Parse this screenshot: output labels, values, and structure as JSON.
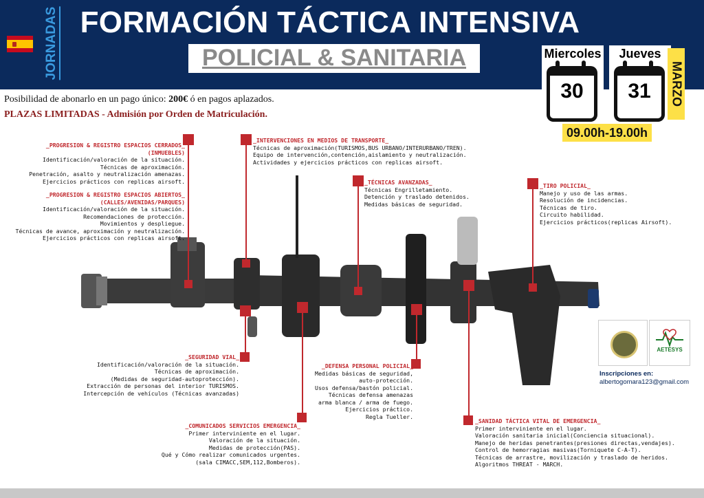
{
  "header": {
    "jornadas": "JORNADAS",
    "title": "FORMACIÓN TÁCTICA INTENSIVA",
    "subtitle": "POLICIAL & SANITARIA"
  },
  "dates": [
    {
      "day": "Miercoles",
      "number": "30"
    },
    {
      "day": "Jueves",
      "number": "31"
    }
  ],
  "month": "MARZO",
  "hours": "09.00h-19.00h",
  "info": {
    "pay_prefix": "Posibilidad de abonarlo en un pago único: ",
    "pay_amount": "200€",
    "pay_suffix": " ó en pagos aplazados.",
    "limited": "PLAZAS LIMITADAS - Admisión por Orden de Matriculación."
  },
  "modules": {
    "cerrados": {
      "title": "_PROGRESION & REGISTRO ESPACIOS CERRADOS_",
      "subtitle": "(INMUEBLES)",
      "lines": [
        "Identificación/valoración de la situación.",
        "Técnicas de aproximación.",
        "Penetración, asalto y neutralización amenazas.",
        "Ejercicios prácticos con replicas airsoft."
      ]
    },
    "abiertos": {
      "title": "_PROGRESION & REGISTRO ESPACIOS ABIERTOS_",
      "subtitle": "(CALLES/AVENIDAS/PARQUES)",
      "lines": [
        "Identificación/valoración de la situación.",
        "Recomendaciones de protección.",
        "Movimientos y despliegue.",
        "Técnicas de avance, aproximación y neutralización.",
        "Ejercicios prácticos con replicas airsoft."
      ]
    },
    "transporte": {
      "title": "_INTERVENCIONES EN MEDIOS DE TRANSPORTE_",
      "lines": [
        "Técnicas de aproximación(TURISMOS,BUS URBANO/INTERURBANO/TREN).",
        "Equipo de intervención,contención,aislamiento y neutralización.",
        "Actividades y ejercicios prácticos con replicas airsoft."
      ]
    },
    "avanzadas": {
      "title": "_TÉCNICAS AVANZADAS_",
      "lines": [
        "Técnicas Engrilletamiento.",
        "Detención y traslado detenidos.",
        "Medidas básicas de seguridad."
      ]
    },
    "tiro": {
      "title": "_TIRO POLICIAL_",
      "lines": [
        "Manejo y uso de las armas.",
        "Resolución de incidencias.",
        "Técnicas de tiro.",
        "Circuito habilidad.",
        "Ejercicios prácticos(replicas Airsoft)."
      ]
    },
    "seguridad": {
      "title": "_SEGURIDAD VIAL_",
      "lines": [
        "Identificación/valoración de la situación.",
        "Técnicas de aproximación.",
        "(Medidas de seguridad-autoprotección).",
        "Extracción de personas del interior TURISMOS.",
        "Intercepción de vehículos (Técnicas avanzadas)"
      ]
    },
    "defensa": {
      "title": "_DEFENSA PERSONAL POLICIAL_",
      "lines": [
        "Medidas básicas de seguridad,",
        "auto-protección.",
        "Usos defensa/bastón policial.",
        "Técnicas defensa amenazas",
        "arma blanca / arma de fuego.",
        "Ejercicios práctico.",
        "Regla Tueller."
      ]
    },
    "comunicados": {
      "title": "_COMUNICADOS SERVICIOS EMERGENCIA_",
      "lines": [
        "Primer interviniente en el lugar.",
        "Valoración de la situación.",
        "Medidas de protección(PAS).",
        "Qué y Cómo realizar comunicados urgentes.",
        "(sala CIMACC,SEM,112,Bomberos)."
      ]
    },
    "sanitaria": {
      "title": "_SANIDAD TÁCTICA VITAL DE EMERGENCIA_",
      "lines": [
        "Primer interviniente en el lugar.",
        "Valoración sanitaria inicial(Conciencia situacional).",
        "Manejo de heridas penetrantes(presiones directas,vendajes).",
        "Control de hemorragias masivas(Torniquete C-A-T).",
        "Técnicas de arrastre, movilización y traslado de heridos.",
        "Algoritmos THREAT - MARCH."
      ]
    }
  },
  "contact": {
    "label": "Inscripciones en:",
    "email": "albertogomara123@gmail.com"
  },
  "logos": {
    "aetesys": "AETESYS"
  },
  "colors": {
    "header_bg": "#0b2a5c",
    "accent_red": "#c0282d",
    "highlight_yellow": "#fde047"
  }
}
